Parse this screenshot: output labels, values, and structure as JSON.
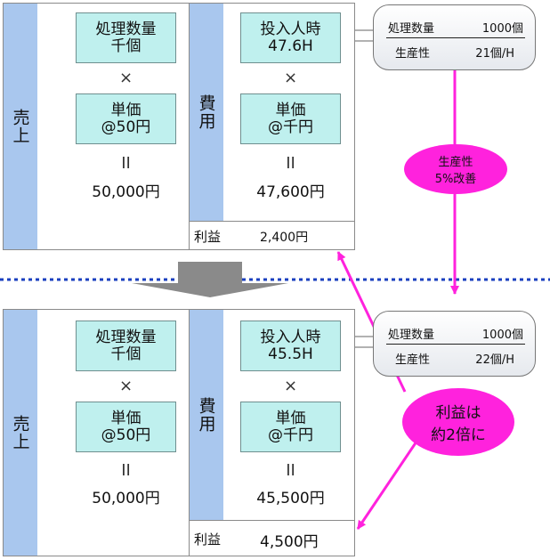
{
  "before": {
    "sales_label": "売上",
    "cost_label": "費用",
    "volume": [
      "処理数量",
      "千個"
    ],
    "sales_times": "×",
    "sales_price": [
      "単価",
      "@50円"
    ],
    "sales_eq": "II",
    "sales_total": "50,000円",
    "hours": [
      "投入人時",
      "47.6H"
    ],
    "cost_times": "×",
    "cost_price": [
      "単価",
      "@千円"
    ],
    "cost_eq": "II",
    "cost_total": "47,600円",
    "profit_label": "利益",
    "profit_value": "2,400円",
    "info": {
      "volume": "処理数量",
      "volume_value": "1000個",
      "productivity": "生産性",
      "productivity_value": "21個/H"
    }
  },
  "after": {
    "sales_label": "売上",
    "cost_label": "費用",
    "volume": [
      "処理数量",
      "千個"
    ],
    "sales_times": "×",
    "sales_price": [
      "単価",
      "@50円"
    ],
    "sales_eq": "II",
    "sales_total": "50,000円",
    "hours": [
      "投入人時",
      "45.5H"
    ],
    "cost_times": "×",
    "cost_price": [
      "単価",
      "@千円"
    ],
    "cost_eq": "II",
    "cost_total": "45,500円",
    "profit_label": "利益",
    "profit_value": "4,500円",
    "info": {
      "volume": "処理数量",
      "volume_value": "1000個",
      "productivity": "生産性",
      "productivity_value": "22個/H"
    }
  },
  "improvement": [
    "生産性",
    "5%改善"
  ],
  "result": [
    "利益は",
    "約2倍に"
  ],
  "colors": {
    "sales_bar": "#a9c7ee",
    "cyan_box": "#bff0ee",
    "pink": "#ff22dd",
    "divider": "#1a3fbf",
    "arrow_gray": "#8a8a8a"
  }
}
